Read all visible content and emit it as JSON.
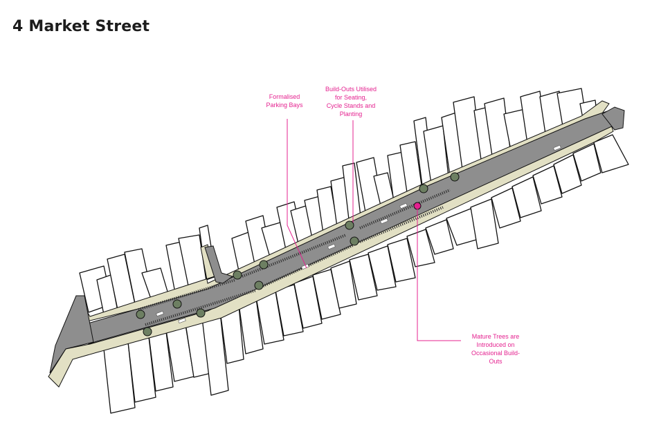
{
  "page": {
    "title": "4 Market Street"
  },
  "colors": {
    "road": "#8e8e8e",
    "footway": "#e2e0c4",
    "building_outline": "#111111",
    "tree": "#6d7f62",
    "annotation": "#e4218f"
  },
  "annotations": [
    {
      "id": "parking",
      "lines": [
        "Formalised",
        "Parking Bays"
      ]
    },
    {
      "id": "buildouts",
      "lines": [
        "Build-Outs Utilised",
        "for Seating,",
        "Cycle Stands and",
        "Planting"
      ]
    },
    {
      "id": "trees",
      "lines": [
        "Mature Trees are",
        "Introduced on",
        "Occasional Build-",
        "Outs"
      ]
    }
  ]
}
